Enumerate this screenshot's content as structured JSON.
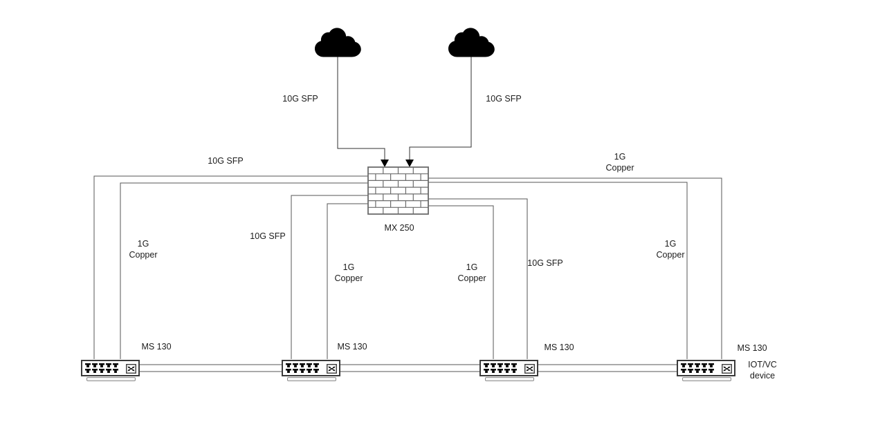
{
  "diagram_type": "network-topology",
  "colors": {
    "background": "#ffffff",
    "connector_line": "#545454",
    "icon_black": "#000000",
    "text": "#1b1b1b",
    "brick_mortar": "#6b6b6b"
  },
  "icons": {
    "cloud": "internet-cloud",
    "firewall": "brick-wall-firewall",
    "switch": "rack-switch-with-ports",
    "port": "rj45-port",
    "crossed_arrows": "switch-crossed-arrows"
  },
  "nodes": {
    "firewall": {
      "label": "MX 250"
    },
    "switches": [
      {
        "label": "MS 130"
      },
      {
        "label": "MS 130"
      },
      {
        "label": "MS 130"
      },
      {
        "label": "MS 130"
      }
    ],
    "iot_device": {
      "label_line1": "IOT/VC",
      "label_line2": "device"
    }
  },
  "links": {
    "wan1": {
      "from": "internet-cloud-1",
      "to": "firewall",
      "label": "10G SFP"
    },
    "wan2": {
      "from": "internet-cloud-2",
      "to": "firewall",
      "label": "10G SFP"
    },
    "fw_sw1_sfp": {
      "from": "firewall",
      "to": "switch-1",
      "label": "10G SFP"
    },
    "fw_sw1_copper": {
      "from": "firewall",
      "to": "switch-1",
      "label_line1": "1G",
      "label_line2": "Copper"
    },
    "fw_sw2_sfp": {
      "from": "firewall",
      "to": "switch-2",
      "label": "10G SFP"
    },
    "fw_sw2_copper": {
      "from": "firewall",
      "to": "switch-2",
      "label_line1": "1G",
      "label_line2": "Copper"
    },
    "fw_sw3_sfp": {
      "from": "firewall",
      "to": "switch-3",
      "label": "10G SFP"
    },
    "fw_sw3_copper": {
      "from": "firewall",
      "to": "switch-3",
      "label_line1": "1G",
      "label_line2": "Copper"
    },
    "fw_sw4_copper_outer": {
      "from": "firewall",
      "to": "switch-4",
      "label_line1": "1G",
      "label_line2": "Copper"
    },
    "fw_sw4_copper_inner": {
      "from": "firewall",
      "to": "switch-4",
      "label_line1": "1G",
      "label_line2": "Copper"
    }
  }
}
